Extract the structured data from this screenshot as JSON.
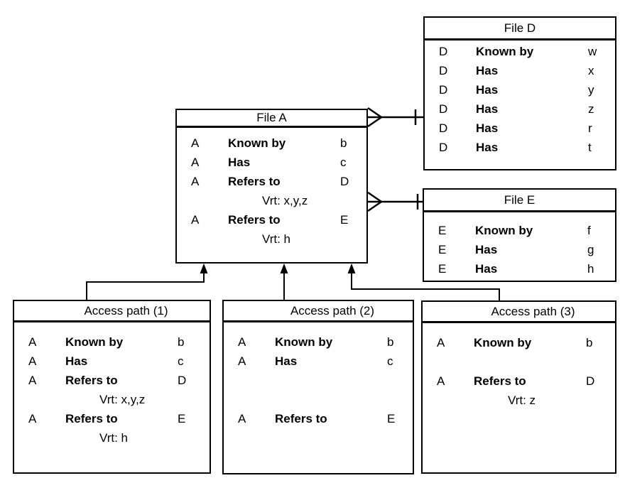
{
  "diagram": {
    "background_color": "#ffffff",
    "line_color": "#000000"
  },
  "boxes": {
    "file_d": {
      "title": "File D",
      "rows": [
        {
          "code": "D",
          "verb": "Known by",
          "value": "w"
        },
        {
          "code": "D",
          "verb": "Has",
          "value": "x"
        },
        {
          "code": "D",
          "verb": "Has",
          "value": "y"
        },
        {
          "code": "D",
          "verb": "Has",
          "value": "z"
        },
        {
          "code": "D",
          "verb": "Has",
          "value": "r"
        },
        {
          "code": "D",
          "verb": "Has",
          "value": "t"
        }
      ]
    },
    "file_a": {
      "title": "File A",
      "rows": [
        {
          "code": "A",
          "verb": "Known by",
          "value": "b"
        },
        {
          "code": "A",
          "verb": "Has",
          "value": "c"
        },
        {
          "code": "A",
          "verb": "Refers to",
          "value": "D"
        },
        {
          "vrt": "Vrt: x,y,z"
        },
        {
          "code": "A",
          "verb": "Refers to",
          "value": "E"
        },
        {
          "vrt": "Vrt: h"
        }
      ]
    },
    "file_e": {
      "title": "File E",
      "rows": [
        {
          "code": "E",
          "verb": "Known by",
          "value": "f"
        },
        {
          "code": "E",
          "verb": "Has",
          "value": "g"
        },
        {
          "code": "E",
          "verb": "Has",
          "value": "h"
        }
      ]
    },
    "ap1": {
      "title": "Access path (1)",
      "rows": [
        {
          "code": "A",
          "verb": "Known by",
          "value": "b"
        },
        {
          "code": "A",
          "verb": "Has",
          "value": "c"
        },
        {
          "code": "A",
          "verb": "Refers to",
          "value": "D"
        },
        {
          "vrt": "Vrt: x,y,z"
        },
        {
          "code": "A",
          "verb": "Refers to",
          "value": "E"
        },
        {
          "vrt": "Vrt: h"
        }
      ]
    },
    "ap2": {
      "title": "Access path (2)",
      "rows": [
        {
          "code": "A",
          "verb": "Known by",
          "value": "b"
        },
        {
          "code": "A",
          "verb": "Has",
          "value": "c"
        },
        {
          "code": "A",
          "verb": "Refers to",
          "value": "E"
        }
      ]
    },
    "ap3": {
      "title": "Access path (3)",
      "rows": [
        {
          "code": "A",
          "verb": "Known by",
          "value": "b"
        },
        {
          "code": "A",
          "verb": "Refers to",
          "value": "D"
        },
        {
          "vrt": "Vrt: z"
        }
      ]
    }
  },
  "connectors": [
    {
      "from": "File A",
      "to": "File D",
      "from_end": "crow-foot-many",
      "to_end": "one-tick"
    },
    {
      "from": "File A",
      "to": "File E",
      "from_end": "crow-foot-many",
      "to_end": "one-tick"
    },
    {
      "from": "Access path (1)",
      "to": "File A",
      "to_end": "filled-arrow"
    },
    {
      "from": "Access path (2)",
      "to": "File A",
      "to_end": "filled-arrow"
    },
    {
      "from": "Access path (3)",
      "to": "File A",
      "to_end": "filled-arrow"
    }
  ]
}
